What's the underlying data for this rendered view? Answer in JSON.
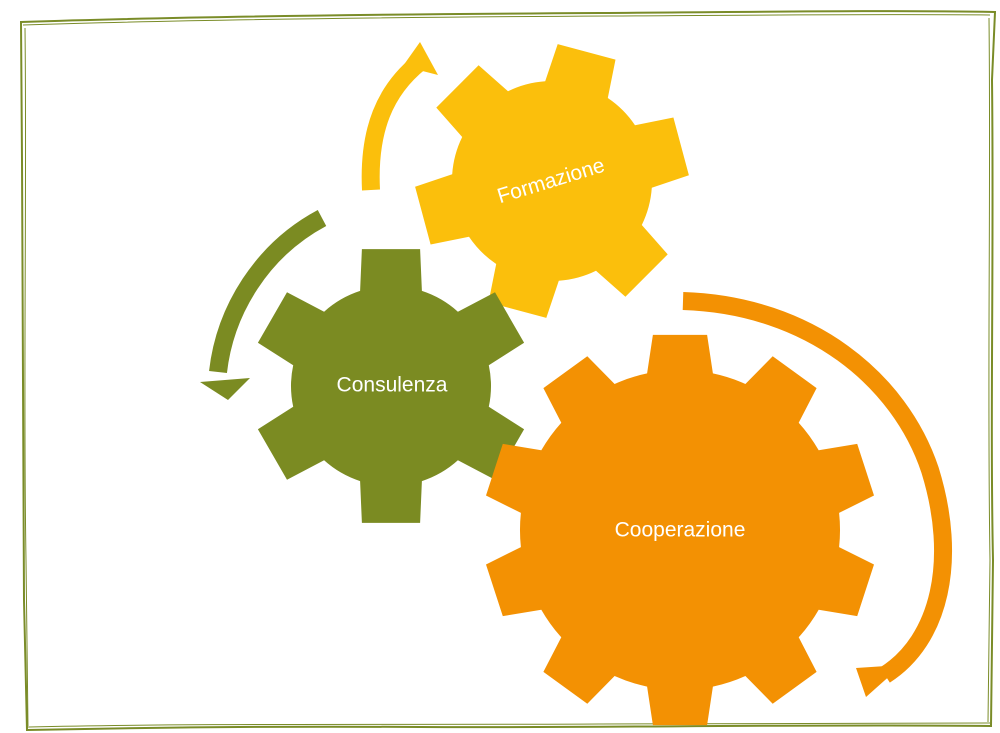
{
  "colors": {
    "frame": "#7a8c28",
    "consulenza": "#7b8b22",
    "formazione": "#fbbf0c",
    "cooperazione": "#f39103",
    "label_text": "#ffffff"
  },
  "gears": {
    "formazione": {
      "label": "Formazione",
      "teeth": 6
    },
    "consulenza": {
      "label": "Consulenza",
      "teeth": 6
    },
    "cooperazione": {
      "label": "Cooperazione",
      "teeth": 10
    }
  },
  "arrows": [
    {
      "name": "formazione-cycle-arrow",
      "color_key": "formazione",
      "direction": "clockwise"
    },
    {
      "name": "consulenza-cycle-arrow",
      "color_key": "consulenza",
      "direction": "counterclockwise"
    },
    {
      "name": "cooperazione-cycle-arrow",
      "color_key": "cooperazione",
      "direction": "clockwise"
    }
  ]
}
